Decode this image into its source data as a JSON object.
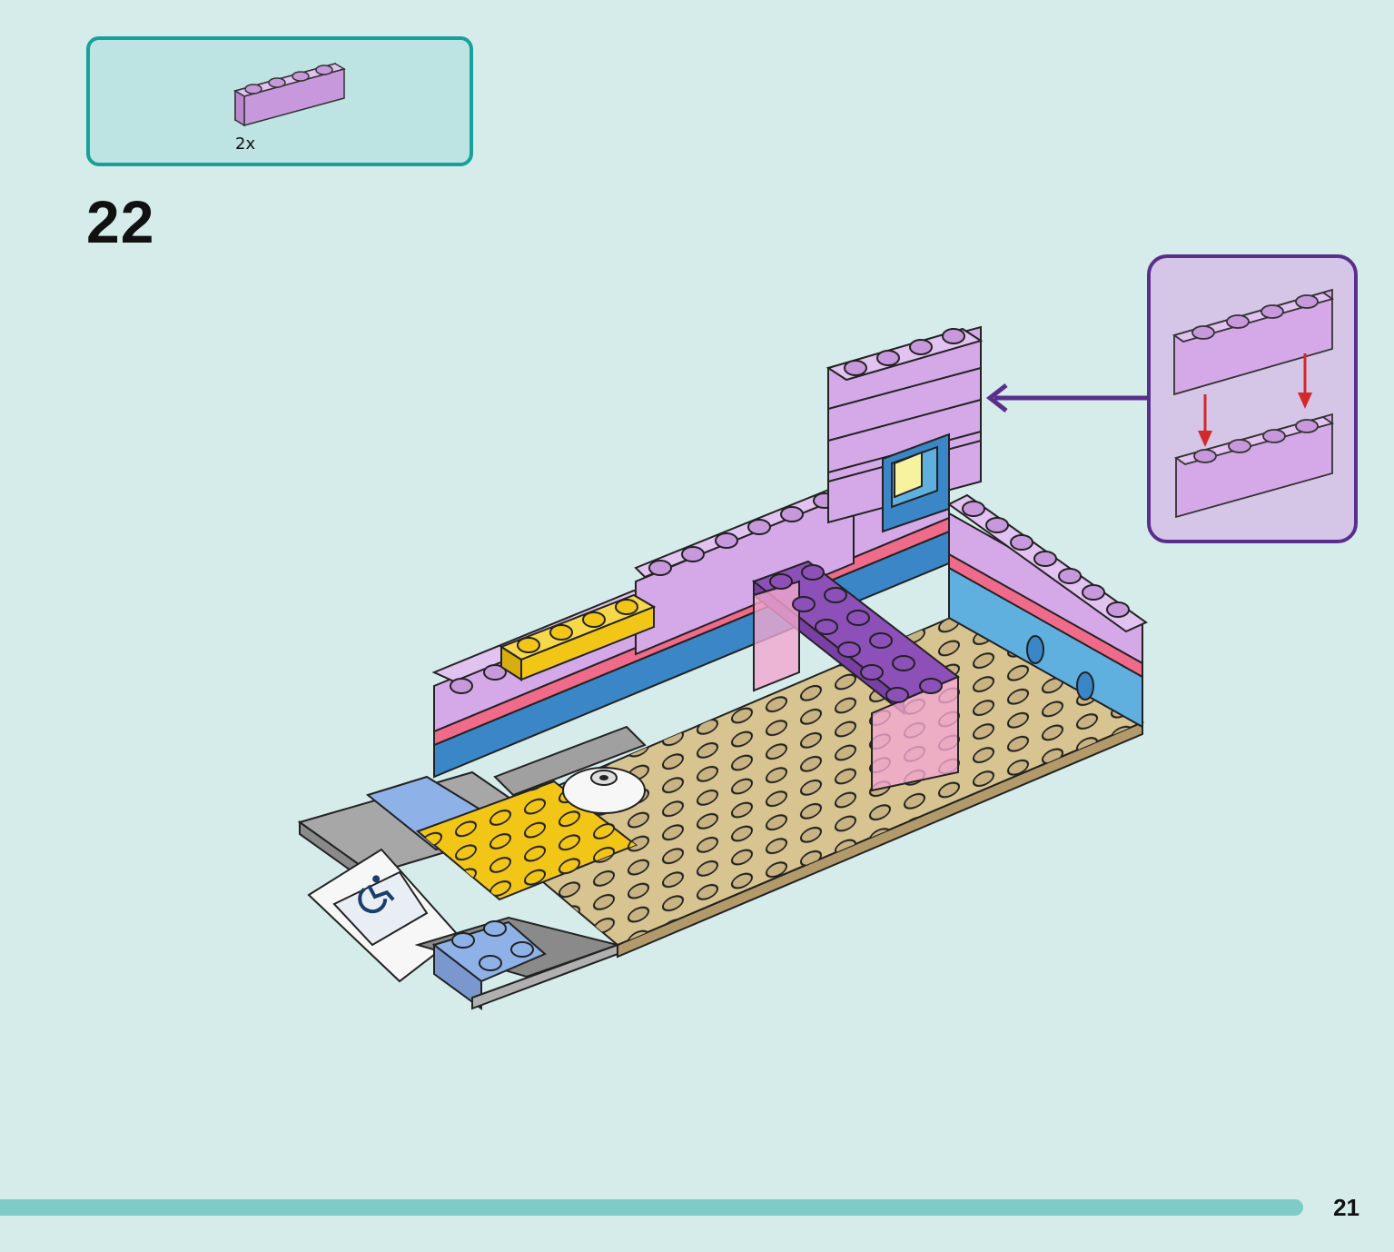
{
  "parts_list": {
    "items": [
      {
        "quantity": "2x",
        "color": "#d5a8e8",
        "part": "brick-1x4"
      }
    ]
  },
  "step": {
    "number": "22"
  },
  "page": {
    "number": "21",
    "progress_percent": 93.5
  },
  "colors": {
    "background": "#d5ecea",
    "accent_teal": "#17a19b",
    "lavender": "#d5a8e8",
    "callout_border": "#5a2f8c",
    "arrow_red": "#d22a2a"
  },
  "icons": {
    "accessibility": "wheelchair-icon",
    "callout_arrow": "arrow-left-icon",
    "attach_arrow": "arrow-down-icon"
  }
}
